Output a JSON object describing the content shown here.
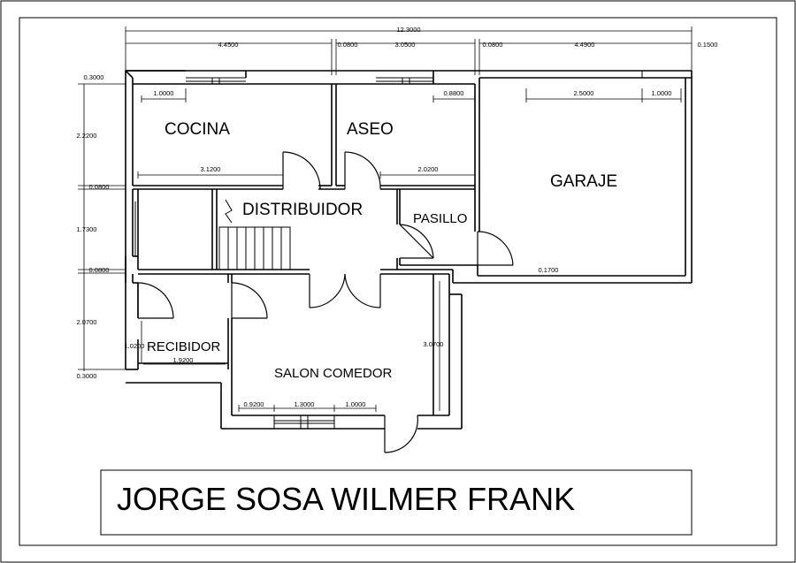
{
  "rooms": {
    "cocina": "COCINA",
    "aseo": "ASEO",
    "garaje": "GARAJE",
    "distribuidor": "DISTRIBUIDOR",
    "pasillo": "PASILLO",
    "recibidor": "RECIBIDOR",
    "salon": "SALON COMEDOR"
  },
  "dimensions": {
    "total_width": "12.3000",
    "d_4450": "4.4500",
    "d_0080_a": "0.0800",
    "d_3050": "3.0500",
    "d_0080_b": "0.0800",
    "d_4490": "4.4900",
    "d_0150": "0.1500",
    "d_0300_top": "0.3000",
    "d_1000_a": "1.0000",
    "d_0880": "0.8800",
    "d_2500": "2.5000",
    "d_1000_b": "1.0000",
    "d_2220": "2.2200",
    "d_3120": "3.1200",
    "d_2020": "2.0200",
    "d_0080_c": "0.0800",
    "d_1730": "1.7300",
    "d_0080_d": "0.0800",
    "d_0170": "0.1700",
    "d_2070": "2.0700",
    "d_1020": "1.0200",
    "d_1920": "1.9200",
    "d_3070": "3.0700",
    "d_0300_bot": "0.3000",
    "d_0920": "0.9200",
    "d_1300": "1.3000",
    "d_1000_c": "1.0000"
  },
  "title_block": {
    "name": "JORGE SOSA WILMER FRANK"
  }
}
